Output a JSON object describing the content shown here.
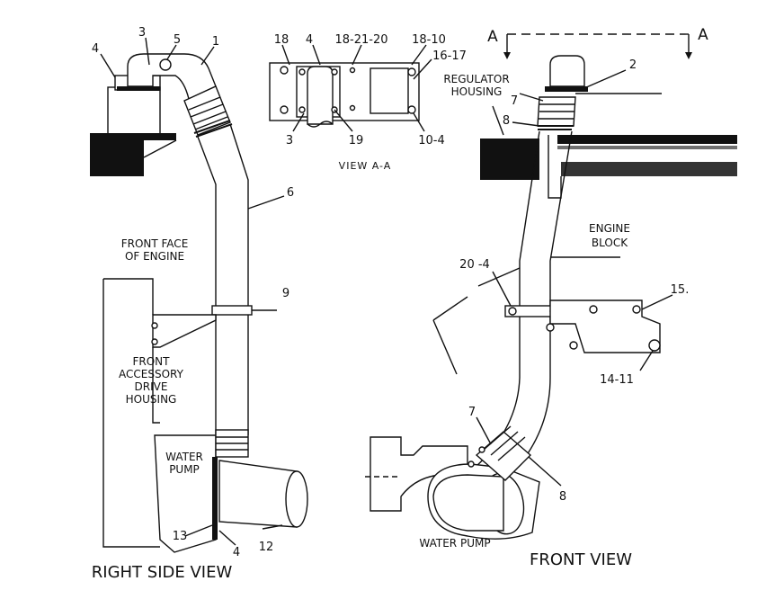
{
  "views": {
    "right_side": {
      "title": "RIGHT SIDE VIEW",
      "labels": {
        "front_face": [
          "FRONT FACE",
          "OF ENGINE"
        ],
        "accessory": [
          "FRONT",
          "ACCESSORY",
          "DRIVE",
          "HOUSING"
        ],
        "water_pump": [
          "WATER",
          "PUMP"
        ]
      },
      "callouts": {
        "c4a": "4",
        "c3": "3",
        "c5": "5",
        "c1": "1",
        "c6": "6",
        "c9": "9",
        "c13": "13",
        "c4b": "4",
        "c12": "12"
      }
    },
    "view_aa": {
      "title": "VIEW A-A",
      "callouts": {
        "c18": "18",
        "c4": "4",
        "c18_21_20": "18-21-20",
        "c18_10": "18-10",
        "c16_17": "16-17",
        "c3": "3",
        "c19": "19",
        "c10_4": "10-4"
      }
    },
    "front": {
      "title": "FRONT VIEW",
      "section_marks": {
        "left": "A",
        "right": "A"
      },
      "labels": {
        "regulator": [
          "REGULATOR",
          "HOUSING"
        ],
        "engine_block": [
          "ENGINE",
          "BLOCK"
        ],
        "water_pump": "WATER PUMP"
      },
      "callouts": {
        "c2": "2",
        "c7a": "7",
        "c8a": "8",
        "c20_4": "20 -4",
        "c15": "15.",
        "c14_11": "14-11",
        "c7b": "7",
        "c8b": "8"
      }
    }
  }
}
